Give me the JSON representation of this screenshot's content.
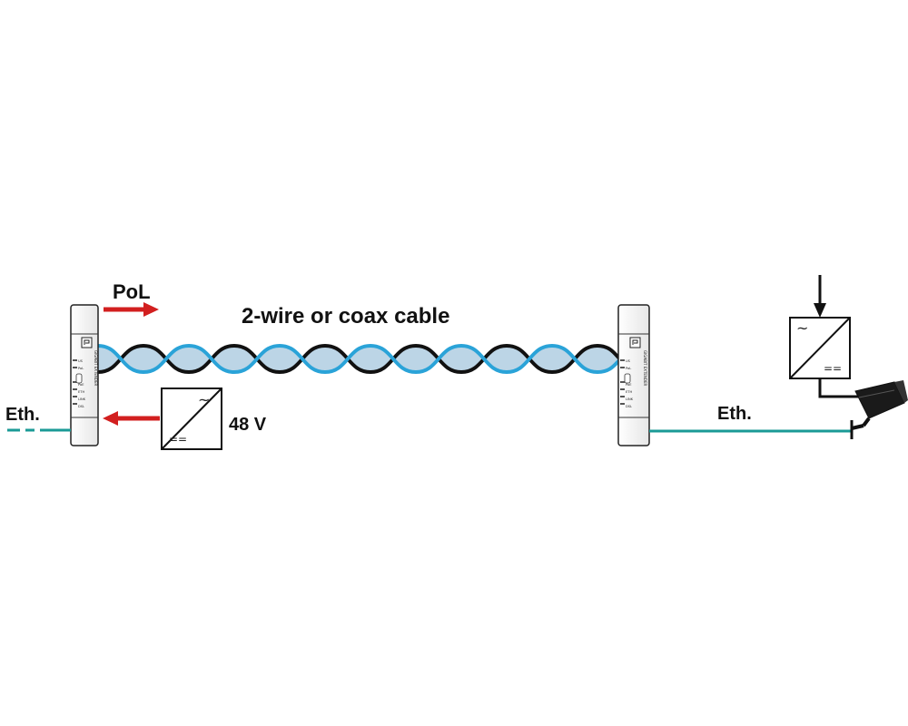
{
  "labels": {
    "pol": "PoL",
    "cable": "2-wire or coax cable",
    "voltage": "48 V",
    "eth_left": "Eth.",
    "eth_right": "Eth."
  },
  "device": {
    "name": "GIGABIT EXTENDER",
    "leds": [
      "US",
      "PoL",
      "PoE",
      "ETH",
      "LINK",
      "DSL"
    ]
  },
  "psu_symbols": {
    "ac": "~",
    "dc": "=="
  },
  "colors": {
    "cable_blue": "#2aa3d8",
    "cable_fill": "#bcd5e6",
    "arrow_red": "#d21f1f",
    "eth_teal": "#1a9a96"
  },
  "icons": {
    "camera": "cctv-camera-icon",
    "psu": "power-supply-icon",
    "arrow": "arrow-icon"
  }
}
